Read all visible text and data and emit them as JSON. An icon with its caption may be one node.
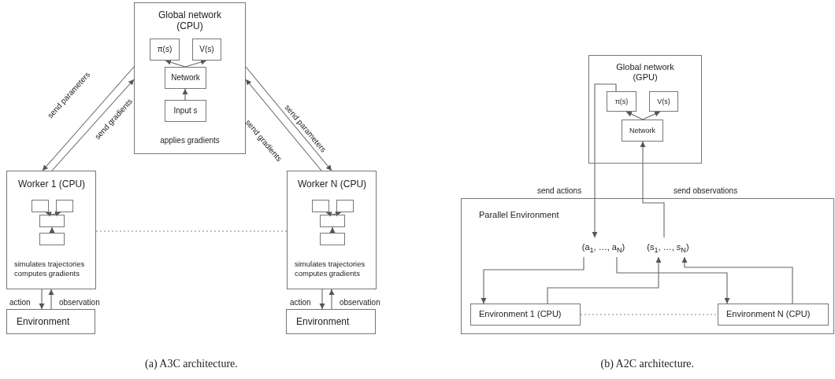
{
  "diagram": {
    "nodes": [
      {
        "text": [
          "Global network (CPU)",
          "applies gradients"
        ]
      },
      {
        "text": [
          "π(s)"
        ],
        "in": 0
      },
      {
        "text": [
          "V(s)"
        ],
        "in": 0
      },
      {
        "text": [
          "Network"
        ],
        "in": 0
      },
      {
        "text": [
          "Input s"
        ],
        "in": 0
      },
      {
        "text": [
          "Worker 1 (CPU)",
          "simulates trajectories computes gradients"
        ]
      },
      {
        "text": [],
        "shape": "box",
        "in": 5
      },
      {
        "text": [],
        "shape": "box",
        "in": 5
      },
      {
        "text": [],
        "shape": "box",
        "in": 5
      },
      {
        "text": [],
        "shape": "box",
        "in": 5
      },
      {
        "text": [
          "Environment"
        ]
      },
      {
        "text": [
          "Worker N (CPU)",
          "simulates trajectories computes gradients"
        ]
      },
      {
        "text": [],
        "shape": "box",
        "in": 11
      },
      {
        "text": [],
        "shape": "box",
        "in": 11
      },
      {
        "text": [],
        "shape": "box",
        "in": 11
      },
      {
        "text": [],
        "shape": "box",
        "in": 11
      },
      {
        "text": [
          "Environment"
        ]
      },
      {
        "text": [
          "Global network (GPU)"
        ]
      },
      {
        "text": [
          "π(s)"
        ],
        "in": 17
      },
      {
        "text": [
          "V(s)"
        ],
        "in": 17
      },
      {
        "text": [
          "Network"
        ],
        "in": 17
      },
      {
        "text": [
          "Parallel Environment"
        ]
      },
      {
        "text": [
          "(a$_{1}$, …, a$_{N}$)"
        ],
        "in": 21
      },
      {
        "text": [
          "(s$_{1}$, …, s$_{N}$)"
        ],
        "in": 21
      },
      {
        "text": [
          "Environment 1 (CPU)"
        ],
        "in": 21
      },
      {
        "text": [
          "Environment N (CPU)"
        ],
        "in": 21
      }
    ],
    "edges": [
      {
        "from": 3,
        "to": 1,
        "arrow": "to"
      },
      {
        "from": 3,
        "to": 2,
        "arrow": "to"
      },
      {
        "from": 4,
        "to": 3,
        "arrow": "to"
      },
      {
        "from": 0,
        "to": 5,
        "arrow": "to",
        "label": "send parameters"
      },
      {
        "from": 5,
        "to": 0,
        "arrow": "to",
        "label": "send gradients"
      },
      {
        "from": 0,
        "to": 11,
        "arrow": "to",
        "label": "send parameters"
      },
      {
        "from": 11,
        "to": 0,
        "arrow": "to",
        "label": "send gradients"
      },
      {
        "from": 8,
        "to": 6,
        "arrow": "to"
      },
      {
        "from": 8,
        "to": 7,
        "arrow": "to"
      },
      {
        "from": 9,
        "to": 8,
        "arrow": "to"
      },
      {
        "from": 14,
        "to": 12,
        "arrow": "to"
      },
      {
        "from": 14,
        "to": 13,
        "arrow": "to"
      },
      {
        "from": 15,
        "to": 14,
        "arrow": "to"
      },
      {
        "from": 5,
        "to": 10,
        "arrow": "to",
        "label": "action"
      },
      {
        "from": 10,
        "to": 5,
        "arrow": "to",
        "label": "observation"
      },
      {
        "from": 11,
        "to": 16,
        "arrow": "to",
        "label": "action"
      },
      {
        "from": 16,
        "to": 11,
        "arrow": "to",
        "label": "observation"
      },
      {
        "from": 5,
        "to": 11,
        "arrow": "none",
        "style": "dashed"
      },
      {
        "from": 20,
        "to": 18,
        "arrow": "to"
      },
      {
        "from": 20,
        "to": 19,
        "arrow": "to"
      },
      {
        "from": 18,
        "to": 22,
        "arrow": "to",
        "label": "send actions"
      },
      {
        "from": 23,
        "to": 20,
        "arrow": "to",
        "label": "send observations"
      },
      {
        "from": 22,
        "to": 24,
        "arrow": "to"
      },
      {
        "from": 22,
        "to": 25,
        "arrow": "to"
      },
      {
        "from": 24,
        "to": 23,
        "arrow": "to"
      },
      {
        "from": 25,
        "to": 23,
        "arrow": "to"
      },
      {
        "from": 24,
        "to": 25,
        "arrow": "none",
        "style": "dashed"
      }
    ],
    "labels": [
      "(a) A3C architecture.",
      "(b) A2C architecture."
    ]
  }
}
